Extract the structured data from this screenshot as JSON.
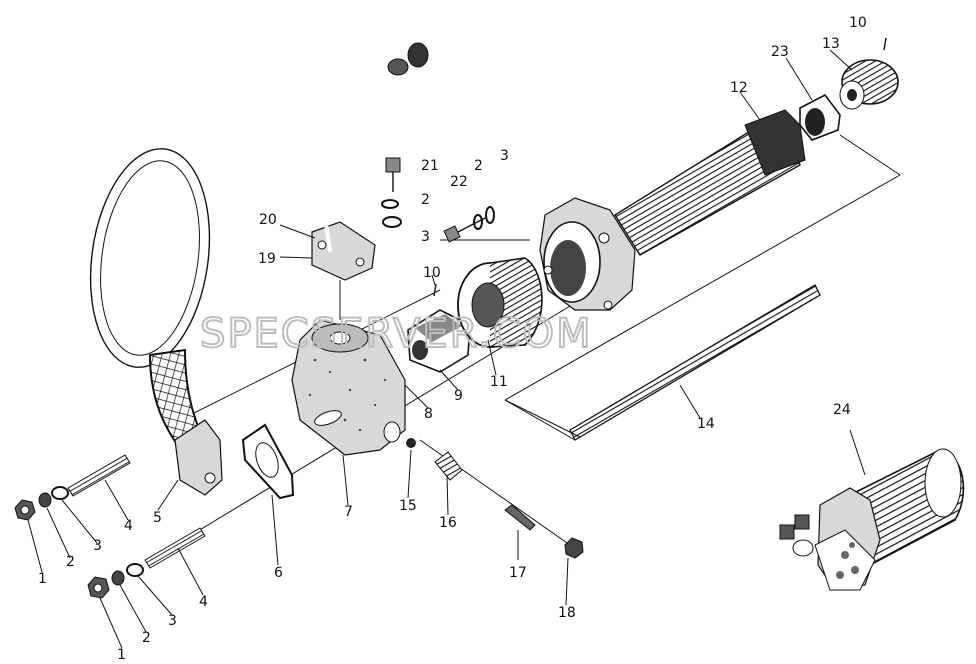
{
  "watermark": "SPECSERVER.COM",
  "callouts": {
    "c1a": "1",
    "c2a": "2",
    "c3a": "3",
    "c4a": "4",
    "c1b": "1",
    "c2b": "2",
    "c3b": "3",
    "c4b": "4",
    "c5": "5",
    "c6": "6",
    "c7": "7",
    "c8": "8",
    "c9": "9",
    "c10a": "10",
    "c10b": "10",
    "c11": "11",
    "c12": "12",
    "c13": "13",
    "c14": "14",
    "c15": "15",
    "c16": "16",
    "c17": "17",
    "c18": "18",
    "c19": "19",
    "c20": "20",
    "c21": "21",
    "c2c": "2",
    "c3c": "3",
    "c22": "22",
    "c2d": "2",
    "c3d": "3",
    "c23": "23",
    "c24": "24"
  }
}
